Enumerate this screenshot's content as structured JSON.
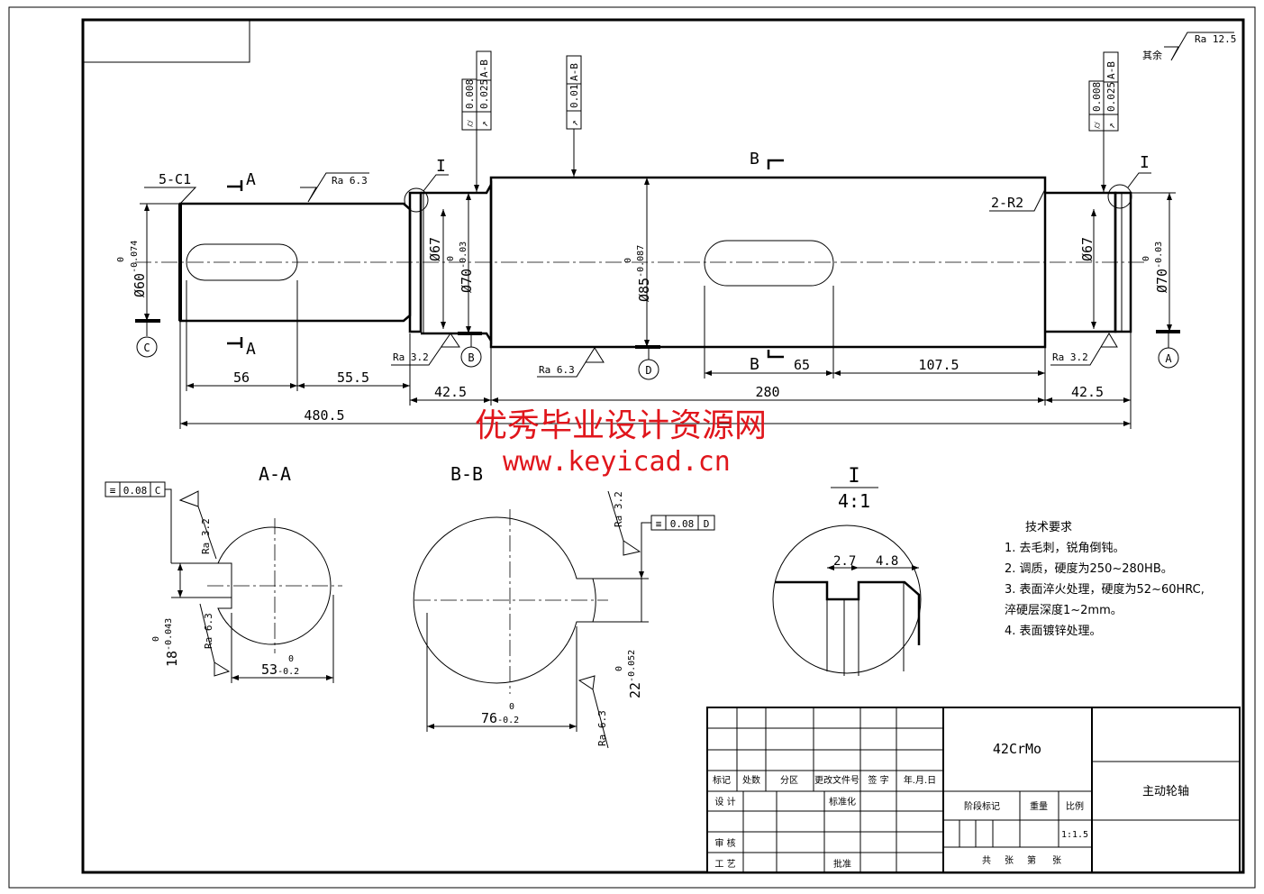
{
  "drawing": {
    "roughness_default": {
      "label": "其余",
      "value": "Ra 12.5"
    },
    "main_view": {
      "chamfer": "5-C1",
      "fillet": "2-R2",
      "section_mark_a": "A",
      "section_mark_b": "B",
      "detail_mark": "I",
      "roughness": [
        "Ra 6.3",
        "Ra 3.2",
        "Ra 6.3",
        "Ra 3.2"
      ],
      "diameters": {
        "d60": "Ø60",
        "d60_tol_upper": "0",
        "d60_tol_lower": "-0.074",
        "d67": "Ø67",
        "d70": "Ø70",
        "d70_tol_upper": "0",
        "d70_tol_lower": "-0.03",
        "d85": "Ø85",
        "d85_tol_upper": "0",
        "d85_tol_lower": "-0.087"
      },
      "lengths": {
        "l56": "56",
        "l55_5": "55.5",
        "l42_5_left": "42.5",
        "l280": "280",
        "l42_5_right": "42.5",
        "l480_5": "480.5",
        "l65": "65",
        "l107_5": "107.5"
      },
      "datums": [
        "C",
        "B",
        "D",
        "A"
      ],
      "gdt_left": {
        "cyl_symbol": "⌭",
        "cyl_value": "0.008",
        "runout_symbol": "↗",
        "runout_value": "0.025",
        "runout_datum": "A-B"
      },
      "gdt_middle": {
        "runout_symbol": "↗",
        "runout_value": "0.01",
        "runout_datum": "A-B"
      },
      "gdt_right": {
        "cyl_symbol": "⌭",
        "cyl_value": "0.008",
        "runout_symbol": "↗",
        "runout_value": "0.025",
        "runout_datum": "A-B"
      }
    },
    "section_aa": {
      "title": "A-A",
      "gdt": {
        "symbol": "≡",
        "value": "0.08",
        "datum": "C"
      },
      "roughness": [
        "Ra 3.2",
        "Ra 6.3"
      ],
      "width": "18",
      "width_tol_upper": "0",
      "width_tol_lower": "-0.043",
      "depth": "53",
      "depth_tol_upper": "0",
      "depth_tol_lower": "-0.2"
    },
    "section_bb": {
      "title": "B-B",
      "gdt": {
        "symbol": "≡",
        "value": "0.08",
        "datum": "D"
      },
      "roughness": [
        "Ra 3.2",
        "Ra 6.3"
      ],
      "width": "22",
      "width_tol_upper": "0",
      "width_tol_lower": "-0.052",
      "depth": "76",
      "depth_tol_upper": "0",
      "depth_tol_lower": "-0.2"
    },
    "detail_i": {
      "title": "I",
      "scale": "4:1",
      "dim1": "2.7",
      "dim2": "4.8"
    }
  },
  "tech_requirements": {
    "title": "技术要求",
    "items": [
      "1. 去毛刺，锐角倒钝。",
      "2. 调质，硬度为250~280HB。",
      "3. 表面淬火处理，硬度为52~60HRC,",
      "淬硬层深度1~2mm。",
      "4. 表面镀锌处理。"
    ]
  },
  "title_block": {
    "material": "42CrMo",
    "part_name": "主动轮轴",
    "headers": [
      "标记",
      "处数",
      "分区",
      "更改文件号",
      "签 字",
      "年.月.日"
    ],
    "design": "设 计",
    "standardization": "标准化",
    "review": "审 核",
    "process": "工 艺",
    "approve": "批准",
    "stage_mark": "阶段标记",
    "weight": "重量",
    "scale_label": "比例",
    "scale": "1:1.5",
    "sheets": [
      "共",
      "张",
      "第",
      "张"
    ]
  },
  "watermark": {
    "line1": "优秀毕业设计资源网",
    "line2": "www.keyicad.cn"
  }
}
